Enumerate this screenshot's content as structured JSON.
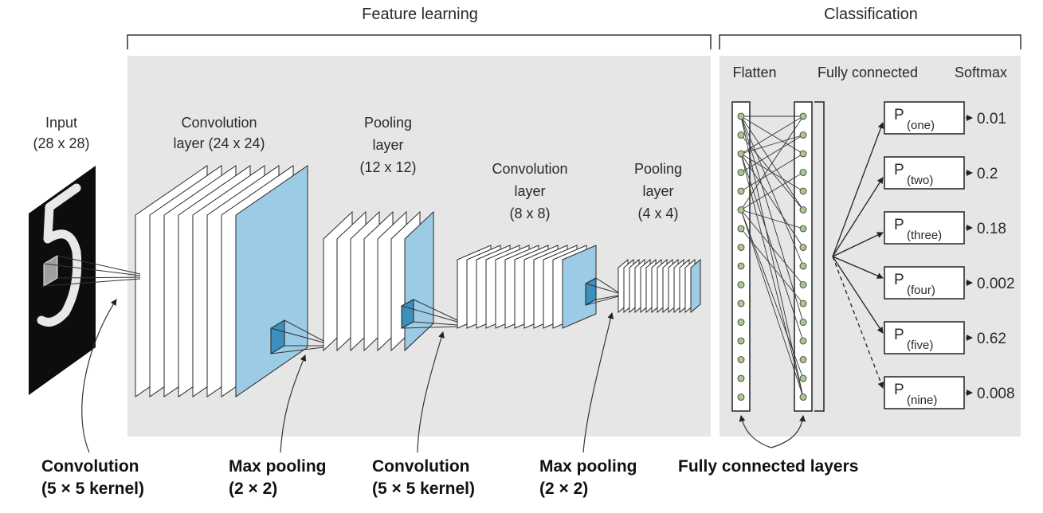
{
  "sections": {
    "feature_learning": "Feature learning",
    "classification": "Classification"
  },
  "input": {
    "title": "Input",
    "size": "(28 x 28)"
  },
  "layers": {
    "conv1_line1": "Convolution",
    "conv1_line2": "layer (24 x 24)",
    "pool1_line1": "Pooling",
    "pool1_line2": "layer",
    "pool1_line3": "(12 x 12)",
    "conv2_line1": "Convolution",
    "conv2_line2": "layer",
    "conv2_line3": "(8 x 8)",
    "pool2_line1": "Pooling",
    "pool2_line2": "layer",
    "pool2_line3": "(4 x 4)"
  },
  "classification_headers": {
    "flatten": "Flatten",
    "fully_connected": "Fully connected",
    "softmax": "Softmax"
  },
  "outputs": [
    {
      "p": "P",
      "sub": "(one)",
      "value": "0.01"
    },
    {
      "p": "P",
      "sub": "(two)",
      "value": "0.2"
    },
    {
      "p": "P",
      "sub": "(three)",
      "value": "0.18"
    },
    {
      "p": "P",
      "sub": "(four)",
      "value": "0.002"
    },
    {
      "p": "P",
      "sub": "(five)",
      "value": "0.62"
    },
    {
      "p": "P",
      "sub": "(nine)",
      "value": "0.008"
    }
  ],
  "annotations": {
    "conv1_line1": "Convolution",
    "conv1_line2": "(5 × 5 kernel)",
    "maxpool1_line1": "Max pooling",
    "maxpool1_line2": "(2 × 2)",
    "conv2_line1": "Convolution",
    "conv2_line2": "(5 × 5 kernel)",
    "maxpool2_line1": "Max pooling",
    "maxpool2_line2": "(2 × 2)",
    "fc_layers": "Fully connected layers"
  },
  "colors": {
    "panel": "#e6e6e6",
    "map_fill": "#9ccbe6",
    "map_edge": "#2a2a2a",
    "kernel": "#3d8fbd",
    "node": "#a9c98a"
  }
}
